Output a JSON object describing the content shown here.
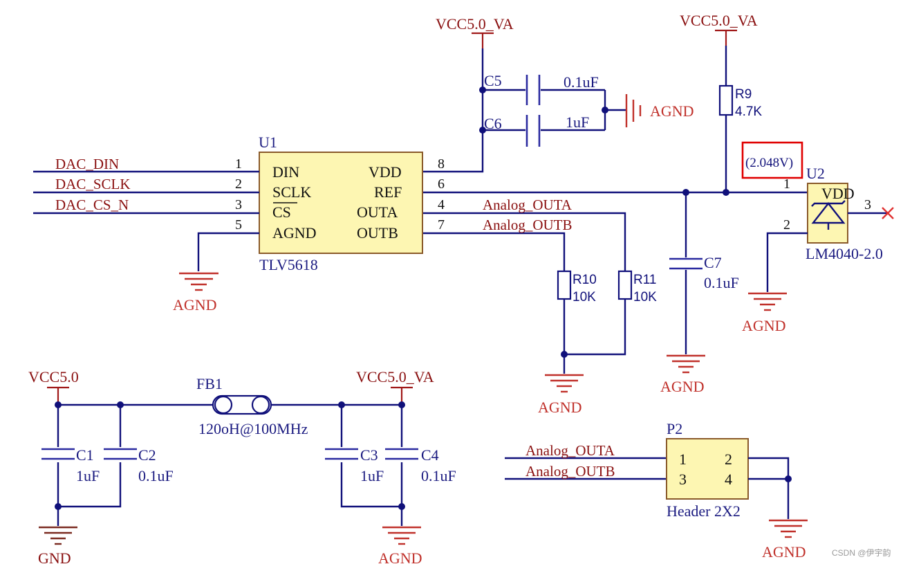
{
  "nets": {
    "vcc5_va": "VCC5.0_VA",
    "vcc5": "VCC5.0",
    "agnd": "AGND",
    "gnd": "GND",
    "dac_din": "DAC_DIN",
    "dac_sclk": "DAC_SCLK",
    "dac_cs_n": "DAC_CS_N",
    "analog_outa": "Analog_OUTA",
    "analog_outb": "Analog_OUTB"
  },
  "u1": {
    "ref": "U1",
    "part": "TLV5618",
    "pins": {
      "din": "DIN",
      "sclk": "SCLK",
      "cs": "CS",
      "agnd": "AGND",
      "vdd": "VDD",
      "ref": "REF",
      "outa": "OUTA",
      "outb": "OUTB",
      "n1": "1",
      "n2": "2",
      "n3": "3",
      "n5": "5",
      "n8": "8",
      "n6": "6",
      "n4": "4",
      "n7": "7"
    }
  },
  "u2": {
    "ref": "U2",
    "part": "LM4040-2.0",
    "pin_vdd": "VDD",
    "n1": "1",
    "n2": "2",
    "n3": "3",
    "annotation": "(2.048V)"
  },
  "caps": {
    "c1": {
      "ref": "C1",
      "value": "1uF"
    },
    "c2": {
      "ref": "C2",
      "value": "0.1uF"
    },
    "c3": {
      "ref": "C3",
      "value": "1uF"
    },
    "c4": {
      "ref": "C4",
      "value": "0.1uF"
    },
    "c5": {
      "ref": "C5",
      "value": "0.1uF"
    },
    "c6": {
      "ref": "C6",
      "value": "1uF"
    },
    "c7": {
      "ref": "C7",
      "value": "0.1uF"
    }
  },
  "resistors": {
    "r9": {
      "ref": "R9",
      "value": "4.7K"
    },
    "r10": {
      "ref": "R10",
      "value": "10K"
    },
    "r11": {
      "ref": "R11",
      "value": "10K"
    }
  },
  "fb1": {
    "ref": "FB1",
    "value": "120oH@100MHz"
  },
  "p2": {
    "ref": "P2",
    "part": "Header 2X2",
    "n1": "1",
    "n2": "2",
    "n3": "3",
    "n4": "4"
  },
  "watermark": "CSDN @伊宇韵",
  "colors": {
    "wire": "#10107a",
    "power": "#8a1010",
    "ground": "#c0302a",
    "component_fill": "#fdf6b2",
    "highlight": "#e00000"
  }
}
